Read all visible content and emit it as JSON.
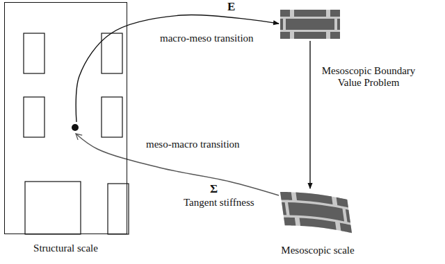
{
  "diagram": {
    "nodes": [
      {
        "text": [
          "Structural scale"
        ]
      },
      {
        "text": []
      },
      {
        "text": [
          "Mesoscopic scale"
        ]
      }
    ],
    "edges": [
      {
        "from": 0,
        "to": 1,
        "arrow": "to",
        "label": "macro-meso transition"
      },
      {
        "from": 1,
        "to": 2,
        "arrow": "to",
        "label": "Mesoscopic Boundary Value Problem"
      },
      {
        "from": 2,
        "to": 0,
        "arrow": "to",
        "label": "meso-macro transition"
      }
    ],
    "labels": [
      "E",
      "Σ",
      "Tangent stiffness"
    ]
  }
}
